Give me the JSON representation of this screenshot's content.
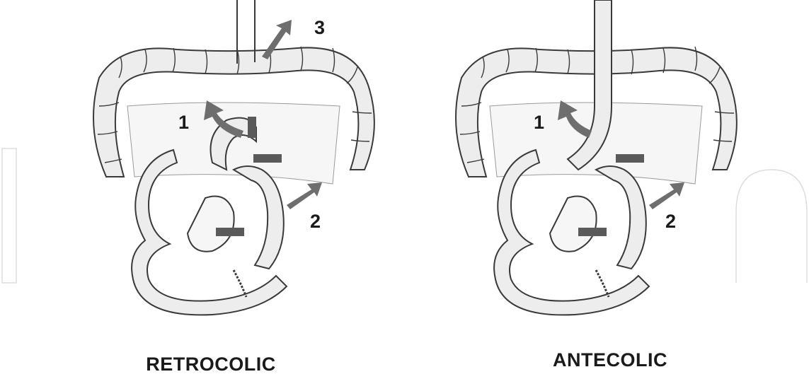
{
  "figures": [
    {
      "caption": "RETROCOLIC",
      "labels": {
        "first": "1",
        "second": "2",
        "third": "3"
      }
    },
    {
      "caption": "ANTECOLIC",
      "labels": {
        "first": "1",
        "second": "2"
      }
    }
  ],
  "colors": {
    "outline": "#3a3a3a",
    "bowel_fill": "#ededed",
    "mesentery_fill": "#f6f6f6",
    "arrow": "#6e6e6e",
    "marker": "#5a5a5a",
    "watermark": "#d9d9d9"
  }
}
